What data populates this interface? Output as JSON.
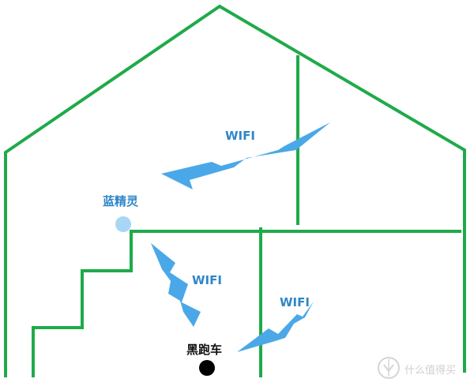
{
  "diagram": {
    "wifi_labels": [
      "WIFI",
      "WIFI",
      "WIFI"
    ],
    "devices": {
      "blue": "蓝精灵",
      "black": "黑跑车"
    },
    "watermark": {
      "icon": "value-icon",
      "text": "什么值得买"
    },
    "colors": {
      "walls": "#1faa4a",
      "wifi": "#4aa8e8",
      "blue_device": "#a9d6f5",
      "black_device": "#000000"
    }
  }
}
